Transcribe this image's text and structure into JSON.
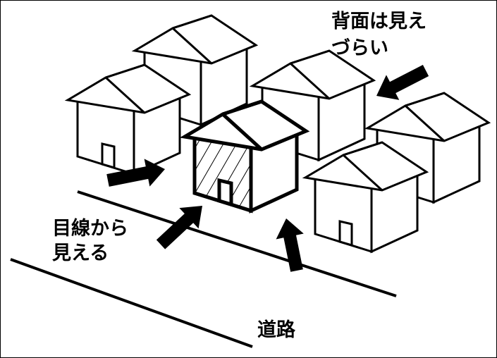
{
  "labels": {
    "back_hard_line1": "背面は見え",
    "back_hard_line2": "づらい",
    "visible_line1": "目線から",
    "visible_line2": "見える",
    "road": "道路"
  },
  "colors": {
    "ink": "#000000",
    "background": "#ffffff"
  }
}
